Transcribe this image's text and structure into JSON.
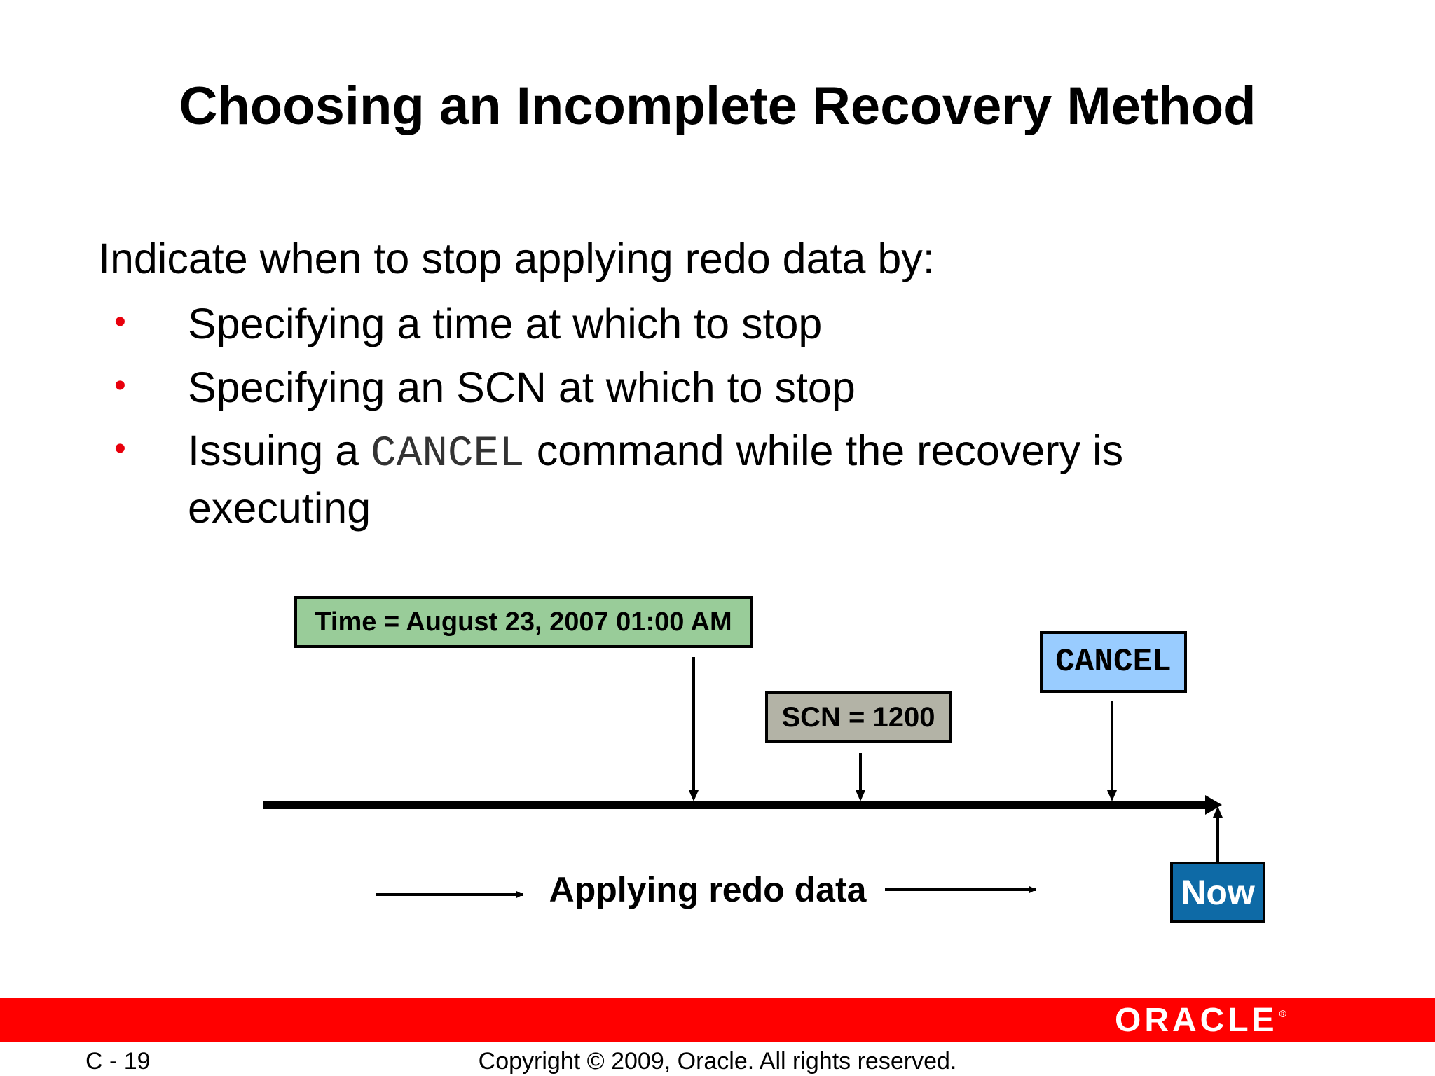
{
  "slide": {
    "title": "Choosing an Incomplete Recovery Method",
    "intro": "Indicate when to stop applying redo data by:",
    "bullets": [
      {
        "text": "Specifying a time at which to stop"
      },
      {
        "text": "Specifying an SCN at which to stop"
      },
      {
        "before": "Issuing a ",
        "code": "CANCEL",
        "after": " command while the recovery is executing"
      }
    ]
  },
  "diagram": {
    "time_label": "Time = August 23, 2007 01:00 AM",
    "scn_label": "SCN = 1200",
    "cancel_label": "CANCEL",
    "now_label": "Now",
    "applying_label": "Applying redo data",
    "colors": {
      "time_box": "#99cc99",
      "scn_box": "#b3b3a6",
      "cancel_box": "#99ccff",
      "now_box": "#0e6aa6",
      "bullet": "#e8000c",
      "footer_bar": "#ff0000"
    }
  },
  "footer": {
    "logo_text": "ORACLE",
    "logo_mark": "®",
    "page_number": "C - 19",
    "copyright": "Copyright © 2009, Oracle. All rights reserved."
  }
}
